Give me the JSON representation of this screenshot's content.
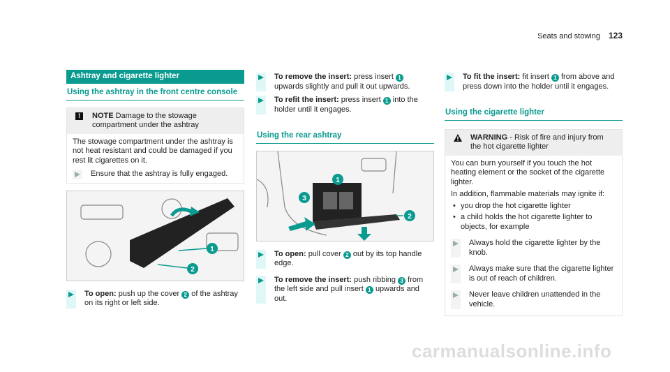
{
  "header": {
    "section": "Seats and stowing",
    "page": "123"
  },
  "col1": {
    "band": "Ashtray and cigarette lighter",
    "subheading": "Using the ashtray in the front centre console",
    "note": {
      "label": "NOTE",
      "title": "Damage to the stowage compartment under the ashtray",
      "body": "The stowage compartment under the ashtray is not heat resistant and could be damaged if you rest lit cigarettes on it.",
      "step": "Ensure that the ashtray is fully engaged."
    },
    "step": {
      "bold": "To open:",
      "pre": "push up the cover",
      "num": "2",
      "post": "of the ashtray on its right or left side."
    }
  },
  "col2": {
    "steps": [
      {
        "bold": "To remove the insert:",
        "pre": "press insert",
        "num": "1",
        "post": "upwards slightly and pull it out upwards."
      },
      {
        "bold": "To refit the insert:",
        "pre": "press insert",
        "num": "1",
        "post": "into the holder until it engages."
      }
    ],
    "subheading": "Using the rear ashtray",
    "steps2": [
      {
        "bold": "To open:",
        "pre": "pull cover",
        "num": "2",
        "post": "out by its top handle edge."
      },
      {
        "bold": "To remove the insert:",
        "pre": "push ribbing",
        "num": "3",
        "mid": "from the left side and pull insert",
        "num2": "1",
        "post": "upwards and out."
      }
    ]
  },
  "col3": {
    "step": {
      "bold": "To fit the insert:",
      "pre": "fit insert",
      "num": "1",
      "post": "from above and press down into the holder until it engages."
    },
    "subheading": "Using the cigarette lighter",
    "warning": {
      "label": "WARNING",
      "title": "- Risk of fire and injury from the hot cigarette lighter",
      "p1": "You can burn yourself if you touch the hot heating element or the socket of the cigarette lighter.",
      "p2": "In addition, flammable materials may ignite if:",
      "bullets": [
        "you drop the hot cigarette lighter",
        "a child holds the hot cigarette lighter to objects, for example"
      ],
      "steps": [
        "Always hold the cigarette lighter by the knob.",
        "Always make sure that the cigarette lighter is out of reach of children.",
        "Never leave children unattended in the vehicle."
      ]
    }
  },
  "figures": {
    "front_callouts": [
      "1",
      "2"
    ],
    "rear_callouts": [
      "1",
      "2",
      "3"
    ]
  },
  "watermark": "carmanualsonline.info",
  "colors": {
    "accent": "#0a9a8f"
  }
}
